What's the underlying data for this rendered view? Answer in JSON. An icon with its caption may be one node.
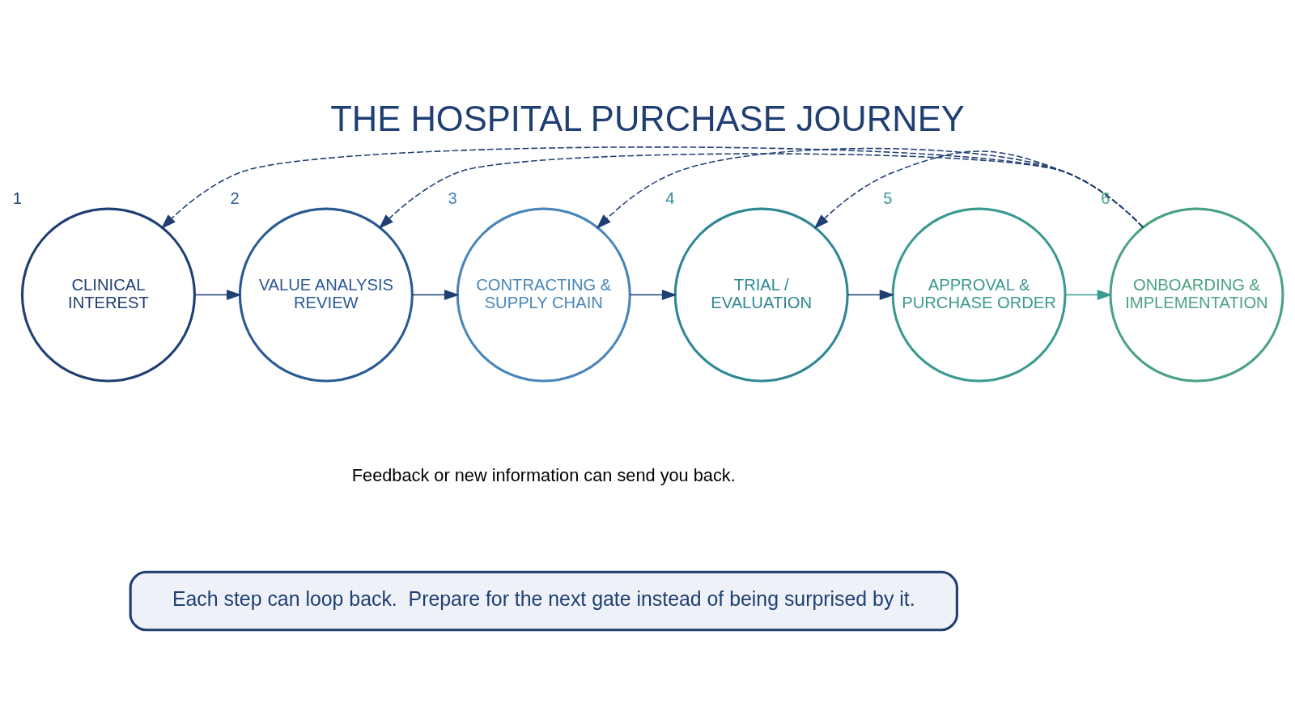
{
  "diagram": {
    "title": "THE HOSPITAL PURCHASE JOURNEY",
    "nodes": [
      {
        "text": [
          "CLINICAL INTEREST"
        ],
        "beside": [
          "1"
        ]
      },
      {
        "text": [
          "VALUE ANALYSIS REVIEW"
        ],
        "beside": [
          "2"
        ]
      },
      {
        "text": [
          "CONTRACTING & SUPPLY CHAIN"
        ],
        "beside": [
          "3"
        ]
      },
      {
        "text": [
          "TRIAL / EVALUATION"
        ],
        "beside": [
          "4"
        ]
      },
      {
        "text": [
          "APPROVAL & PURCHASE ORDER"
        ],
        "beside": [
          "5"
        ]
      },
      {
        "text": [
          "ONBOARDING & IMPLEMENTATION"
        ],
        "beside": [
          "6"
        ]
      },
      {
        "text": [
          "Each step can loop back.  Prepare for the next gate instead of being surprised by it."
        ]
      }
    ],
    "edges": [
      {
        "from": 0,
        "to": 1,
        "arrow": "to"
      },
      {
        "from": 1,
        "to": 2,
        "arrow": "to"
      },
      {
        "from": 2,
        "to": 3,
        "arrow": "to"
      },
      {
        "from": 3,
        "to": 4,
        "arrow": "to"
      },
      {
        "from": 4,
        "to": 5,
        "arrow": "to",
        "color": "#3a9a8f"
      },
      {
        "from": 5,
        "to": 0,
        "arrow": "to",
        "style": "dashed"
      },
      {
        "from": 5,
        "to": 1,
        "arrow": "to",
        "style": "dashed"
      },
      {
        "from": 5,
        "to": 2,
        "arrow": "to",
        "style": "dashed"
      },
      {
        "from": 5,
        "to": 3,
        "arrow": "to",
        "style": "dashed"
      }
    ],
    "labels": [
      "Feedback or new information can send you back."
    ]
  }
}
